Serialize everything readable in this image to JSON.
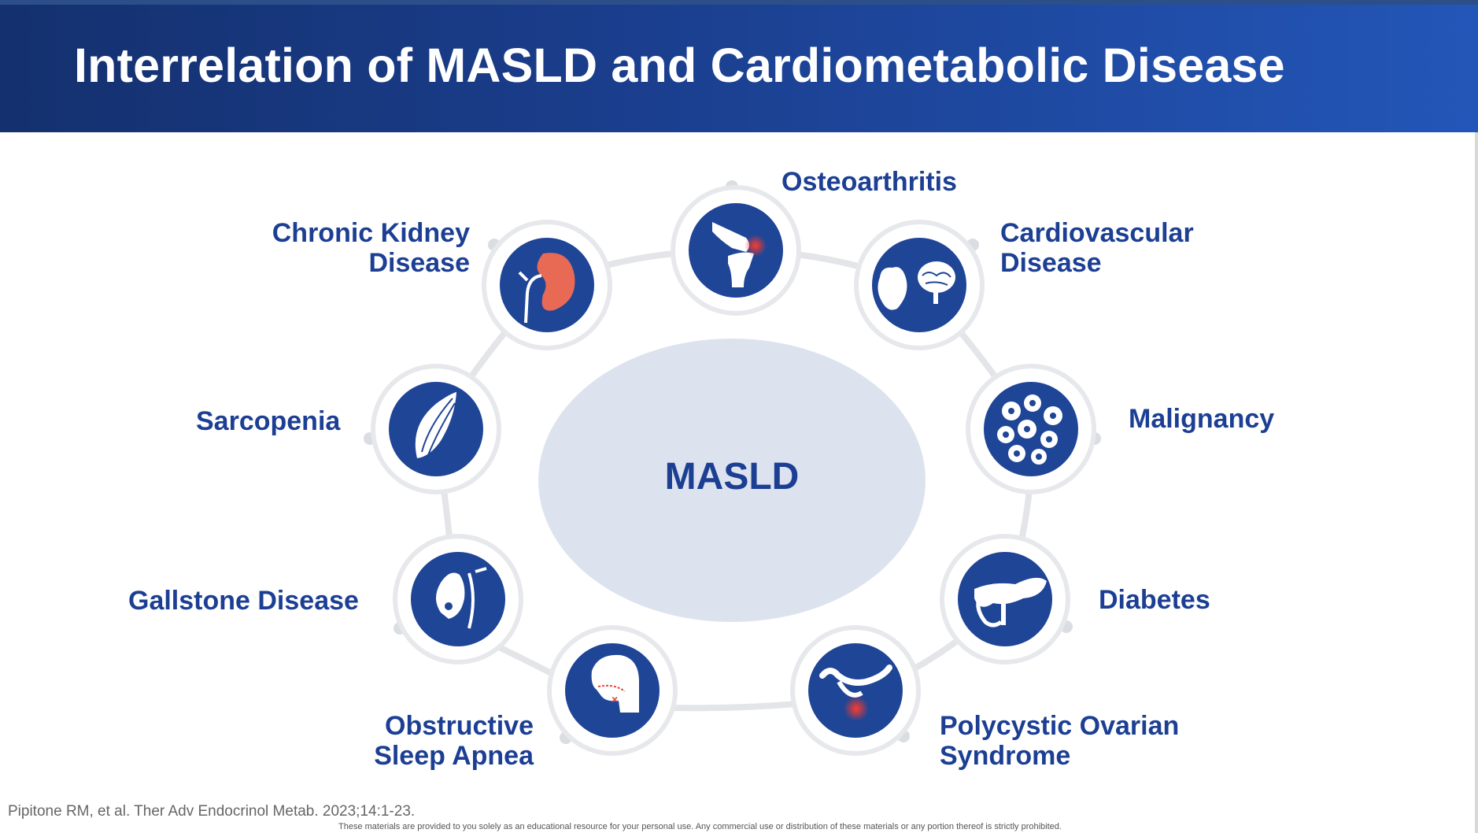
{
  "title": "Interrelation of MASLD and Cardiometabolic Disease",
  "center": {
    "label": "MASLD"
  },
  "nodes": {
    "osteoarthritis": {
      "label": "Osteoarthritis",
      "icon": "knee-joint-icon"
    },
    "cardiovascular": {
      "line1": "Cardiovascular",
      "line2": "Disease",
      "icon": "heart-brain-icon"
    },
    "malignancy": {
      "label": "Malignancy",
      "icon": "cancer-cells-icon"
    },
    "diabetes": {
      "label": "Diabetes",
      "icon": "pancreas-icon"
    },
    "pcos": {
      "line1": "Polycystic Ovarian",
      "line2": "Syndrome",
      "icon": "uterus-ovary-icon"
    },
    "osa": {
      "line1": "Obstructive",
      "line2": "Sleep Apnea",
      "icon": "airway-head-icon"
    },
    "gallstone": {
      "label": "Gallstone Disease",
      "icon": "gallbladder-icon"
    },
    "sarcopenia": {
      "label": "Sarcopenia",
      "icon": "muscle-fiber-icon"
    },
    "ckd": {
      "line1": "Chronic Kidney",
      "line2": "Disease",
      "icon": "kidney-icon"
    }
  },
  "colors": {
    "navy": "#1c3f94",
    "icon_fill": "#1f4597",
    "center_fill": "#dde3ee",
    "accent_red": "#e8453c",
    "kidney": "#e86a55"
  },
  "footer": {
    "citation": "Pipitone RM, et al. Ther Adv Endocrinol Metab. 2023;14:1-23.",
    "disclaimer": "These materials are provided to you solely as an educational resource for your personal use. Any commercial use or distribution of these materials or any portion thereof is strictly prohibited."
  }
}
